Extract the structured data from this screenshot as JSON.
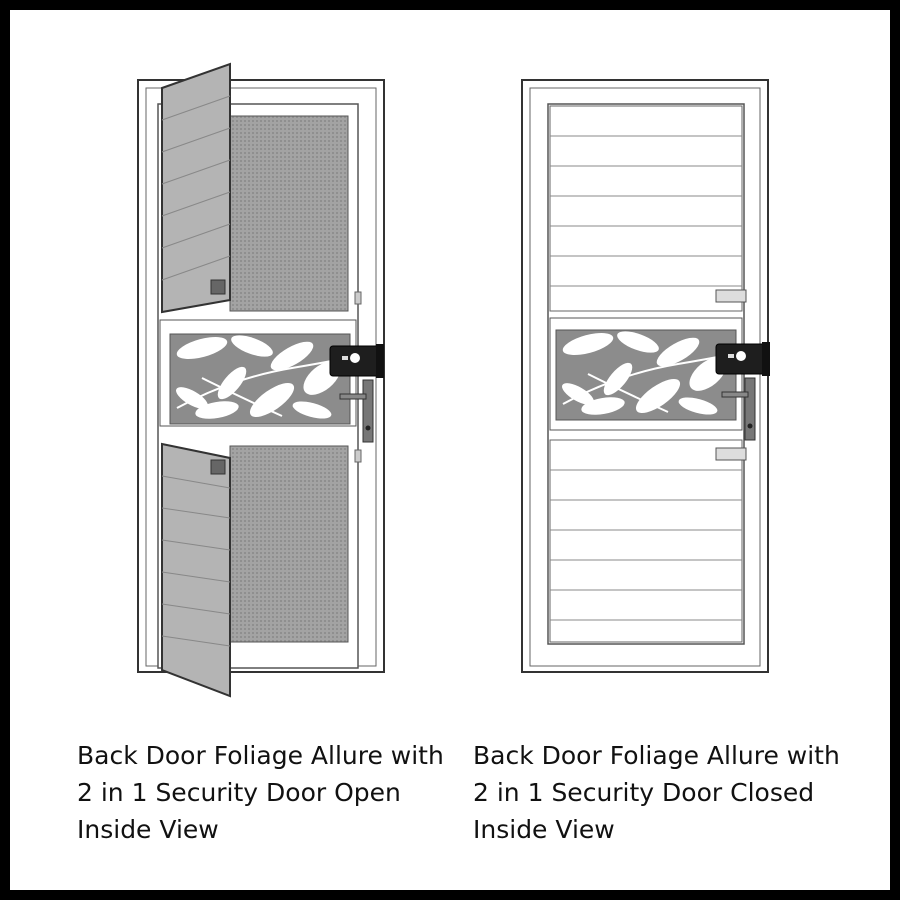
{
  "captions": {
    "open": "Back Door Foliage Allure with\n2 in 1 Security Door Open\nInside View",
    "closed": "Back Door Foliage Allure with\n2 in 1 Security Door Closed\nInside View"
  },
  "colors": {
    "outer_border": "#000000",
    "background": "#ffffff",
    "frame_stroke": "#333333",
    "mesh": "#9a9a9a",
    "panel": "#b4b4b4",
    "foliage_panel": "#8c8c8c",
    "leaf": "#ffffff",
    "lock_body": "#1e1e1e"
  },
  "doors": [
    {
      "view": "open",
      "security_door_state": "open"
    },
    {
      "view": "closed",
      "security_door_state": "closed"
    }
  ]
}
